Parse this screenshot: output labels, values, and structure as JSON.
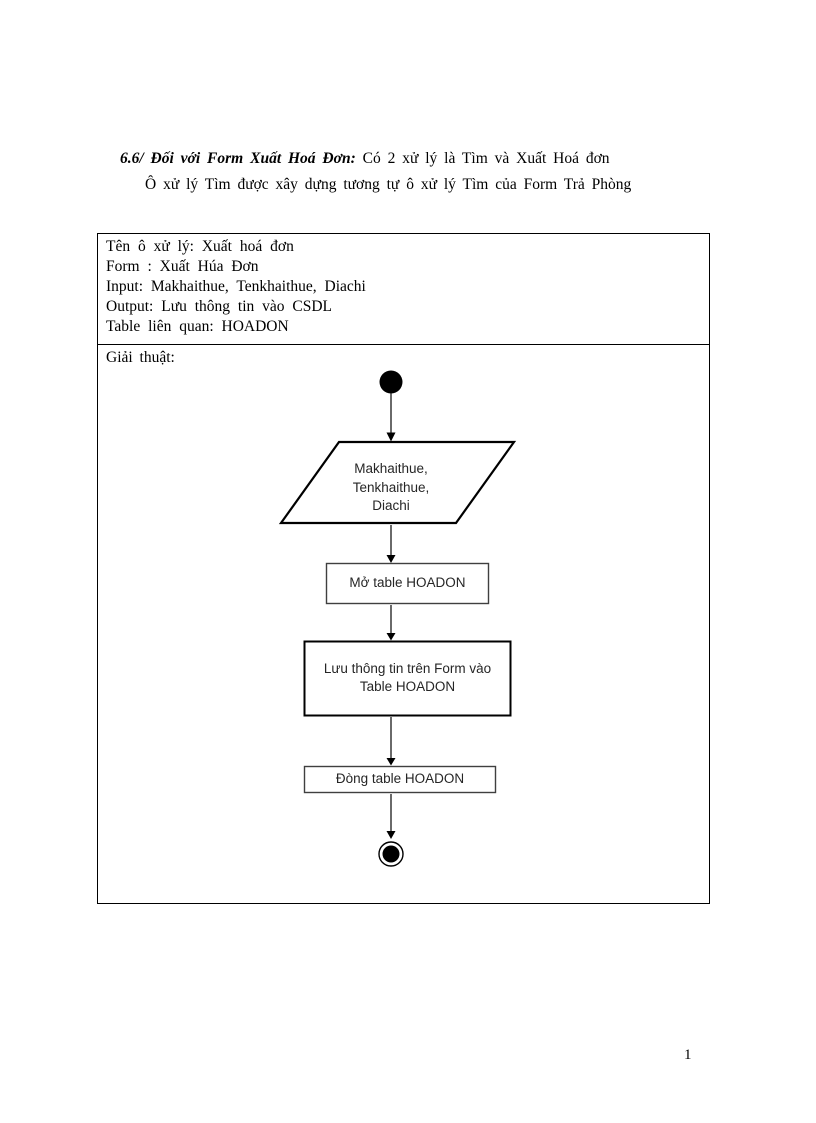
{
  "document": {
    "heading": {
      "lead": "6.6/ Đối với Form Xuất Hoá Đơn:",
      "rest": " Có 2 xử lý là Tìm và Xuất Hoá đơn",
      "line2": "Ô xử lý Tìm được xây dựng tương tự ô xử lý Tìm của Form Trả Phòng"
    },
    "page_number": "1"
  },
  "info_table": {
    "lines": [
      "Tên ô xử lý: Xuất hoá đơn",
      "Form : Xuất Húa Đơn",
      "Input: Makhaithue, Tenkhaithue, Diachi",
      "Output: Lưu thông tin vào CSDL",
      "Table liên quan: HOADON"
    ],
    "algorithm_label": "Giải thuật:"
  },
  "flowchart": {
    "input_node": {
      "line1": "Makhaithue,",
      "line2": "Tenkhaithue,",
      "line3": "Diachi"
    },
    "process_open": "Mở table HOADON",
    "process_save_line1": "Lưu thông tin trên Form vào",
    "process_save_line2": "Table HOADON",
    "process_close": "Đòng table HOADON",
    "colors": {
      "shape_stroke": "#000000",
      "thin_stroke": "#3f3f3f",
      "label_text": "#262626"
    }
  }
}
